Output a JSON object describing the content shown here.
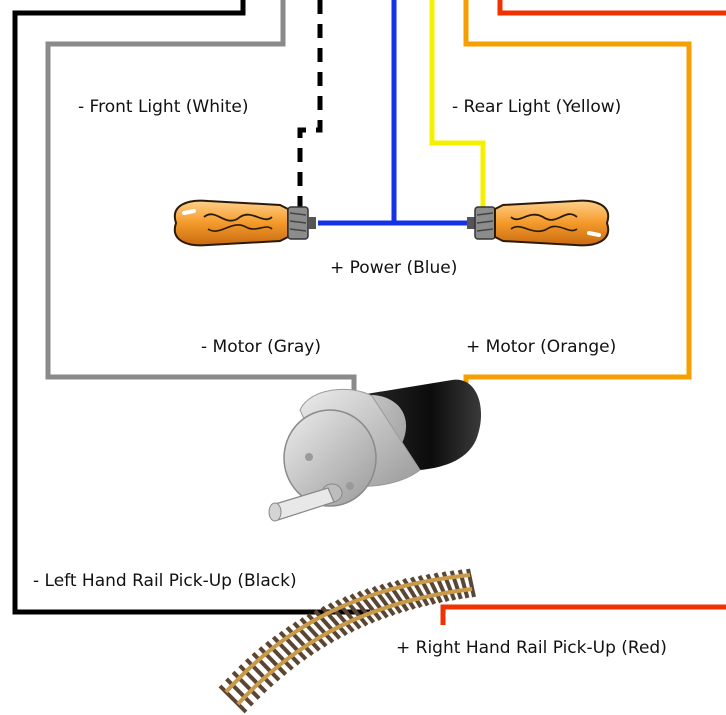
{
  "wires": {
    "black": "#000000",
    "gray": "#8a8a8a",
    "white_dashed": "#000000",
    "blue": "#1432e6",
    "yellow": "#f5f000",
    "orange": "#f5a000",
    "red": "#f03200"
  },
  "labels": {
    "front_light": "- Front Light (White)",
    "rear_light": "- Rear Light (Yellow)",
    "power": "+ Power (Blue)",
    "motor_minus": "- Motor (Gray)",
    "motor_plus": "+ Motor (Orange)",
    "left_pickup": "- Left Hand Rail Pick-Up (Black)",
    "right_pickup": "+ Right Hand Rail Pick-Up (Red)"
  },
  "colors": {
    "bulb_glass": "#f49a2a",
    "bulb_base": "#8c8c8c",
    "motor_body": "#1a1a1a",
    "motor_cap": "#c8c8c8",
    "rail": "#a67c3a",
    "ties": "#5a4632"
  }
}
